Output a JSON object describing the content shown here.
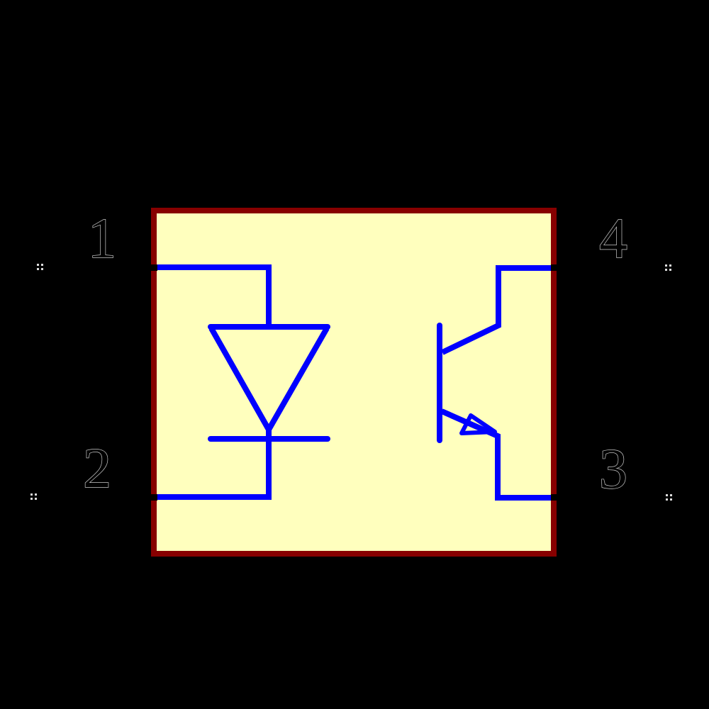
{
  "component": {
    "body": {
      "fill_color": "#FFFFBE",
      "border_color": "#870000"
    },
    "wire_color": "#0000FF",
    "symbols": {
      "left": "led-diode-icon",
      "right": "phototransistor-icon"
    }
  },
  "pins": [
    {
      "number": "1",
      "position": "top-left"
    },
    {
      "number": "2",
      "position": "bottom-left"
    },
    {
      "number": "3",
      "position": "bottom-right"
    },
    {
      "number": "4",
      "position": "top-right"
    }
  ],
  "colors": {
    "background": "#000000",
    "body_fill": "#FFFFBE",
    "body_border": "#870000",
    "wire": "#0000FF",
    "pin_number_fill": "#000000",
    "pin_number_outline": "#C6C6C6",
    "pin_marker": "#DCDCDC",
    "pin_notch": "#000000"
  }
}
